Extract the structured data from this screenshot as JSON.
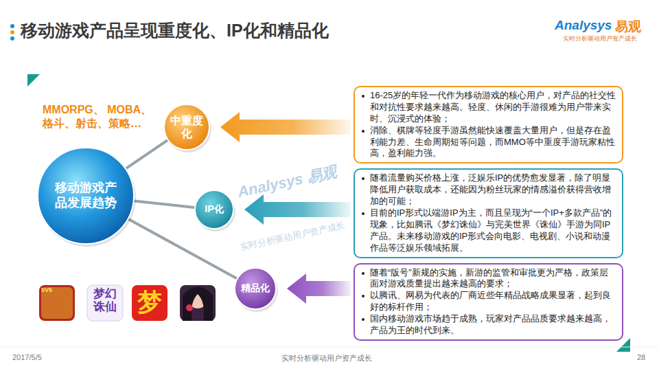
{
  "diagram": {
    "title": "移动游戏产品呈现重度化、IP化和精品化",
    "nodes": [
      {
        "text": [
          "移动游戏产品发展趋势"
        ]
      },
      {
        "text": [
          "中重度化"
        ]
      },
      {
        "text": [
          "16-25岁的年轻一代作为移动游戏的核心用户，对产品的社交性和对抗性要求越来越高。轻度、休闲的手游很难为用户带来实时、沉浸式的体验；",
          "消除、棋牌等轻度手游虽然能快速覆盖大量用户，但是存在盈利能力差、生命周期短等问题，而MMO等中重度手游玩家粘性高，盈利能力强。"
        ]
      },
      {
        "text": [
          "IP化"
        ]
      },
      {
        "text": [
          "随着流量购买价格上涨，泛娱乐IP的优势愈发显著，除了明显降低用户获取成本，还能因为粉丝玩家的情感溢价获得营收增加的可能；",
          "目前的IP形式以端游IP为主，而且呈现为“一个IP+多款产品”的现象，比如腾讯《梦幻诛仙》与完美世界《诛仙》手游为同IP产品。未来移动游戏的IP形式会向电影、电视剧、小说和动漫作品等泛娱乐领域拓展。"
        ]
      },
      {
        "text": [
          "精品化"
        ]
      },
      {
        "text": [
          "随着“版号”新规的实施，新游的监管和审批更为严格，政策层面对游戏质量提出越来越高的要求；",
          "以腾讯、网易为代表的厂商近些年精品战略成果显著，起到良好的标杆作用；",
          "国内移动游戏市场趋于成熟，玩家对产品品质要求越来越高，产品为王的时代到来。"
        ]
      }
    ],
    "edges": [
      {
        "from": 0,
        "to": 1,
        "arrow": "none"
      },
      {
        "from": 0,
        "to": 3,
        "arrow": "none"
      },
      {
        "from": 0,
        "to": 5,
        "arrow": "none"
      },
      {
        "from": 2,
        "to": 1,
        "arrow": "to"
      },
      {
        "from": 4,
        "to": 3,
        "arrow": "to"
      },
      {
        "from": 6,
        "to": 5,
        "arrow": "to"
      }
    ],
    "labels": [
      "Analysys",
      "易观",
      "实时分析驱动用户资产成长",
      "MMORPG、 MOBA、 格斗、射击、策略…",
      "5V5",
      "梦幻诛仙",
      "梦",
      "Analysys 易观",
      "实时分析驱动用户资产成长",
      "2017/5/5",
      "实时分析驱动用户资产成长",
      "28"
    ]
  }
}
